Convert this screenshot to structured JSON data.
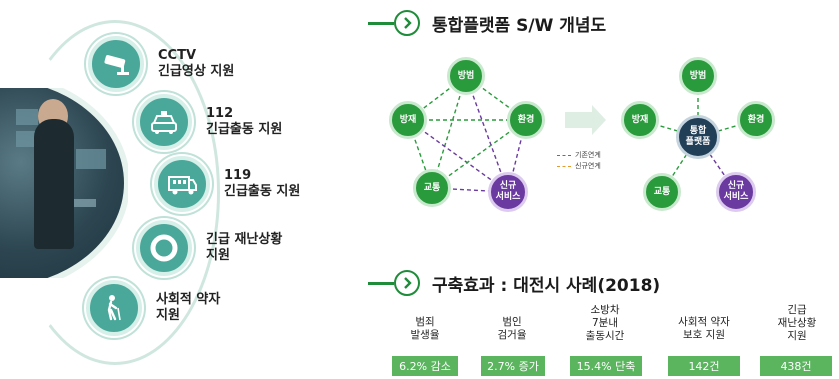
{
  "left": {
    "items": [
      {
        "icon": "cctv-icon",
        "label": "CCTV\n긴급영상 지원"
      },
      {
        "icon": "police-car-icon",
        "label": "112\n긴급출동 지원"
      },
      {
        "icon": "ambulance-icon",
        "label": "119\n긴급출동 지원"
      },
      {
        "icon": "lifebuoy-icon",
        "label": "긴급 재난상황\n지원"
      },
      {
        "icon": "elderly-person-icon",
        "label": "사회적 약자\n지원"
      }
    ]
  },
  "concept": {
    "title": "통합플랫폼 S/W 개념도",
    "before_nodes": {
      "crime": "방범",
      "env": "환경",
      "disaster": "방재",
      "traffic": "교통",
      "new_service": "신규\n서비스"
    },
    "after_nodes": {
      "crime": "방범",
      "env": "환경",
      "disaster": "방재",
      "center": "통합\n플랫폼",
      "traffic": "교통",
      "new_service": "신규\n서비스"
    },
    "legend": {
      "existing": "기존연계",
      "new": "신규연계"
    },
    "colors": {
      "existing": "#2a9b3c",
      "new": "#e59b2b",
      "new_service_link": "#6a3aa0"
    }
  },
  "effect": {
    "title": "구축효과 : 대전시 사례(2018)",
    "metrics": [
      {
        "label": "범죄\n발생율",
        "value": "6.2% 감소"
      },
      {
        "label": "범인\n검거율",
        "value": "2.7% 증가"
      },
      {
        "label": "소방차\n7분내\n출동시간",
        "value": "15.4% 단축"
      },
      {
        "label": "사회적 약자\n보호 지원",
        "value": "142건"
      },
      {
        "label": "긴급\n재난상황\n지원",
        "value": "438건"
      }
    ]
  }
}
